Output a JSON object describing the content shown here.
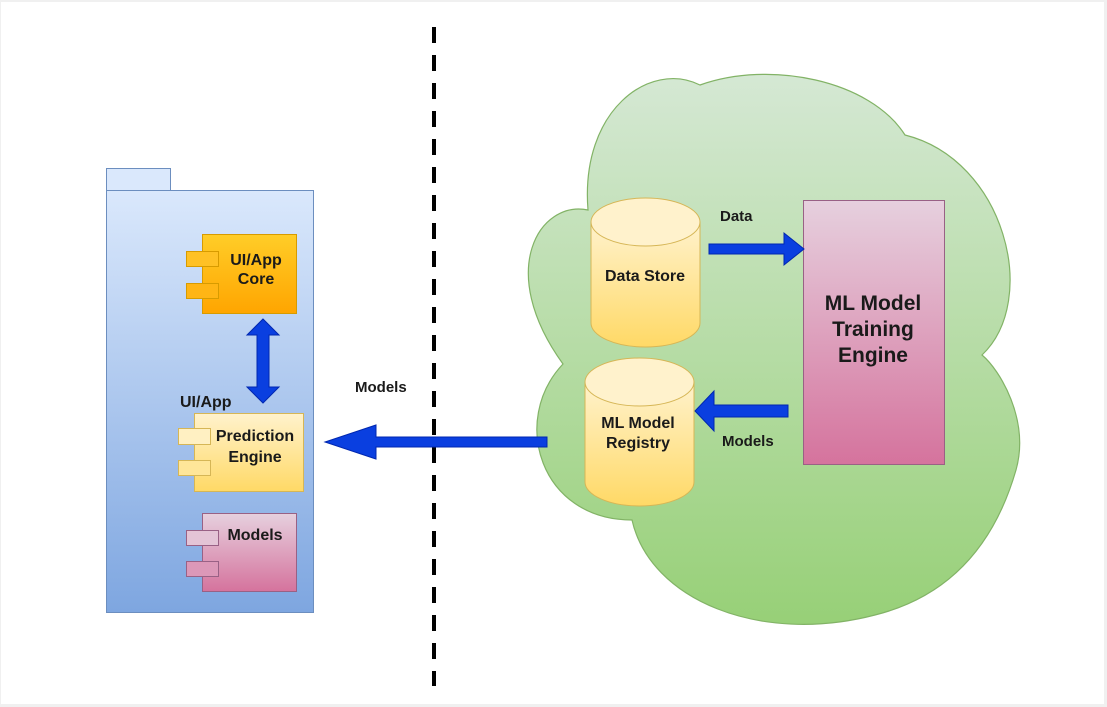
{
  "diagram": {
    "type": "ml-deployment-architecture",
    "colors": {
      "arrow": "#0a3fe0",
      "arrow_stroke": "#0027b0",
      "package_fill_top": "#dae8fc",
      "package_fill_bottom": "#7ea6e0",
      "package_stroke": "#6c8ebf",
      "core_fill_top": "#ffcd28",
      "core_fill_bottom": "#ffa500",
      "core_stroke": "#d79b00",
      "prediction_fill_top": "#fff2cc",
      "prediction_fill_bottom": "#ffd966",
      "prediction_stroke": "#d6b656",
      "models_fill_top": "#e6d0de",
      "models_fill_bottom": "#d5739d",
      "models_stroke": "#996185",
      "cloud_fill_top": "#d5e8d4",
      "cloud_fill_bottom": "#97d077",
      "cloud_stroke": "#82b366",
      "training_fill_top": "#e6d0de",
      "training_fill_bottom": "#d5739d",
      "training_stroke": "#996185"
    },
    "client": {
      "package_label": "UI/App",
      "components": [
        {
          "id": "ui-app-core",
          "lines": [
            "UI/App",
            "Core"
          ]
        },
        {
          "id": "prediction-engine",
          "lines": [
            "Prediction",
            "Engine"
          ]
        },
        {
          "id": "models",
          "lines": [
            "Models"
          ]
        }
      ]
    },
    "separator": {
      "style": "dashed"
    },
    "cloud": {
      "data_store": {
        "lines": [
          "Data Store"
        ]
      },
      "model_registry": {
        "lines": [
          "ML Model",
          "Registry"
        ]
      },
      "training_engine": {
        "lines": [
          "ML Model",
          "Training",
          "Engine"
        ]
      }
    },
    "edges": [
      {
        "from": "data-store",
        "to": "training-engine",
        "label": "Data"
      },
      {
        "from": "training-engine",
        "to": "model-registry",
        "label": "Models"
      },
      {
        "from": "model-registry",
        "to": "prediction-engine",
        "label": "Models"
      },
      {
        "from": "ui-app-core",
        "to": "prediction-engine",
        "label": "",
        "bidirectional": true
      }
    ]
  }
}
